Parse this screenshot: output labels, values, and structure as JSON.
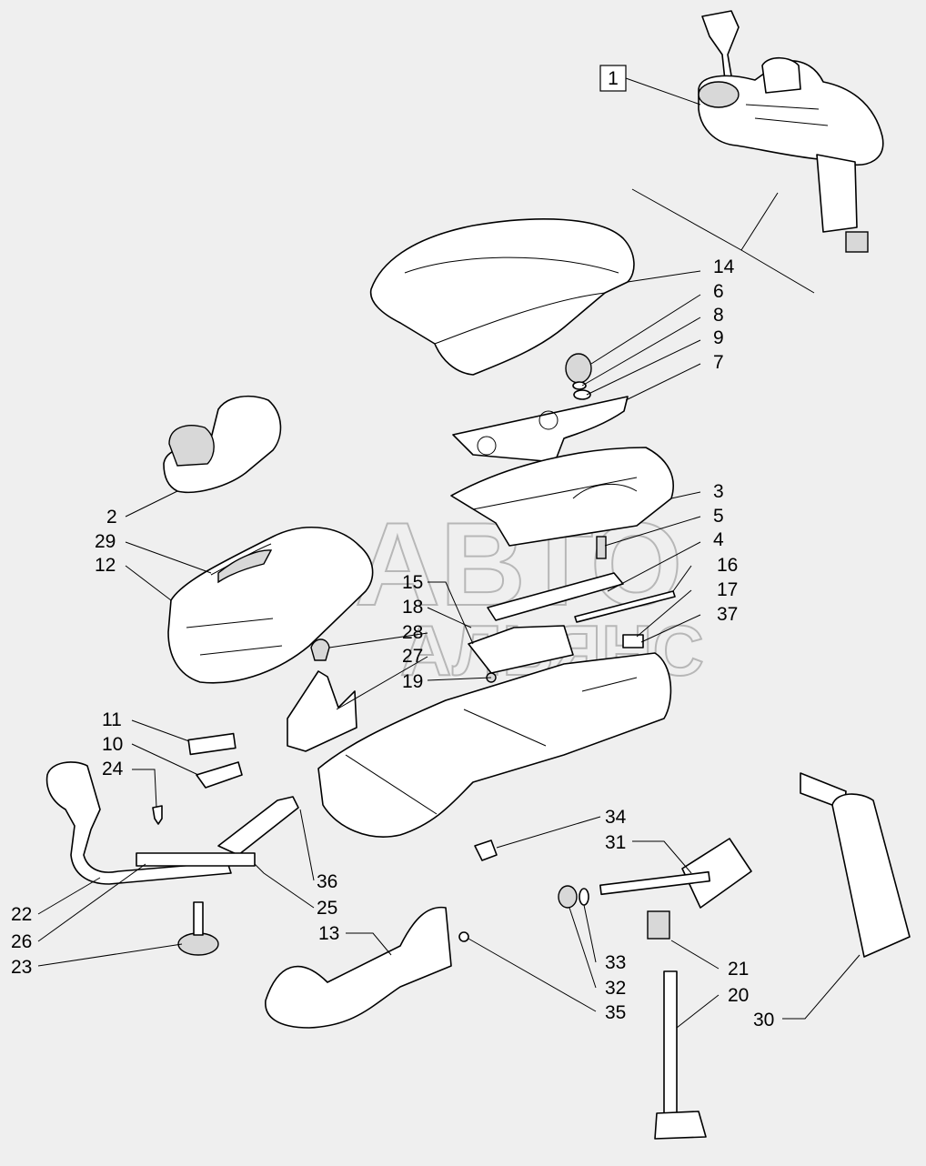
{
  "watermark": {
    "line1": "АВТО",
    "line2": "АЛЬЯНС"
  },
  "assembly_label": "1",
  "callouts": [
    "14",
    "6",
    "8",
    "9",
    "7",
    "3",
    "5",
    "4",
    "16",
    "17",
    "37",
    "2",
    "29",
    "12",
    "15",
    "18",
    "28",
    "27",
    "19",
    "11",
    "10",
    "24",
    "22",
    "26",
    "23",
    "36",
    "25",
    "13",
    "35",
    "34",
    "31",
    "33",
    "32",
    "21",
    "20",
    "30"
  ]
}
